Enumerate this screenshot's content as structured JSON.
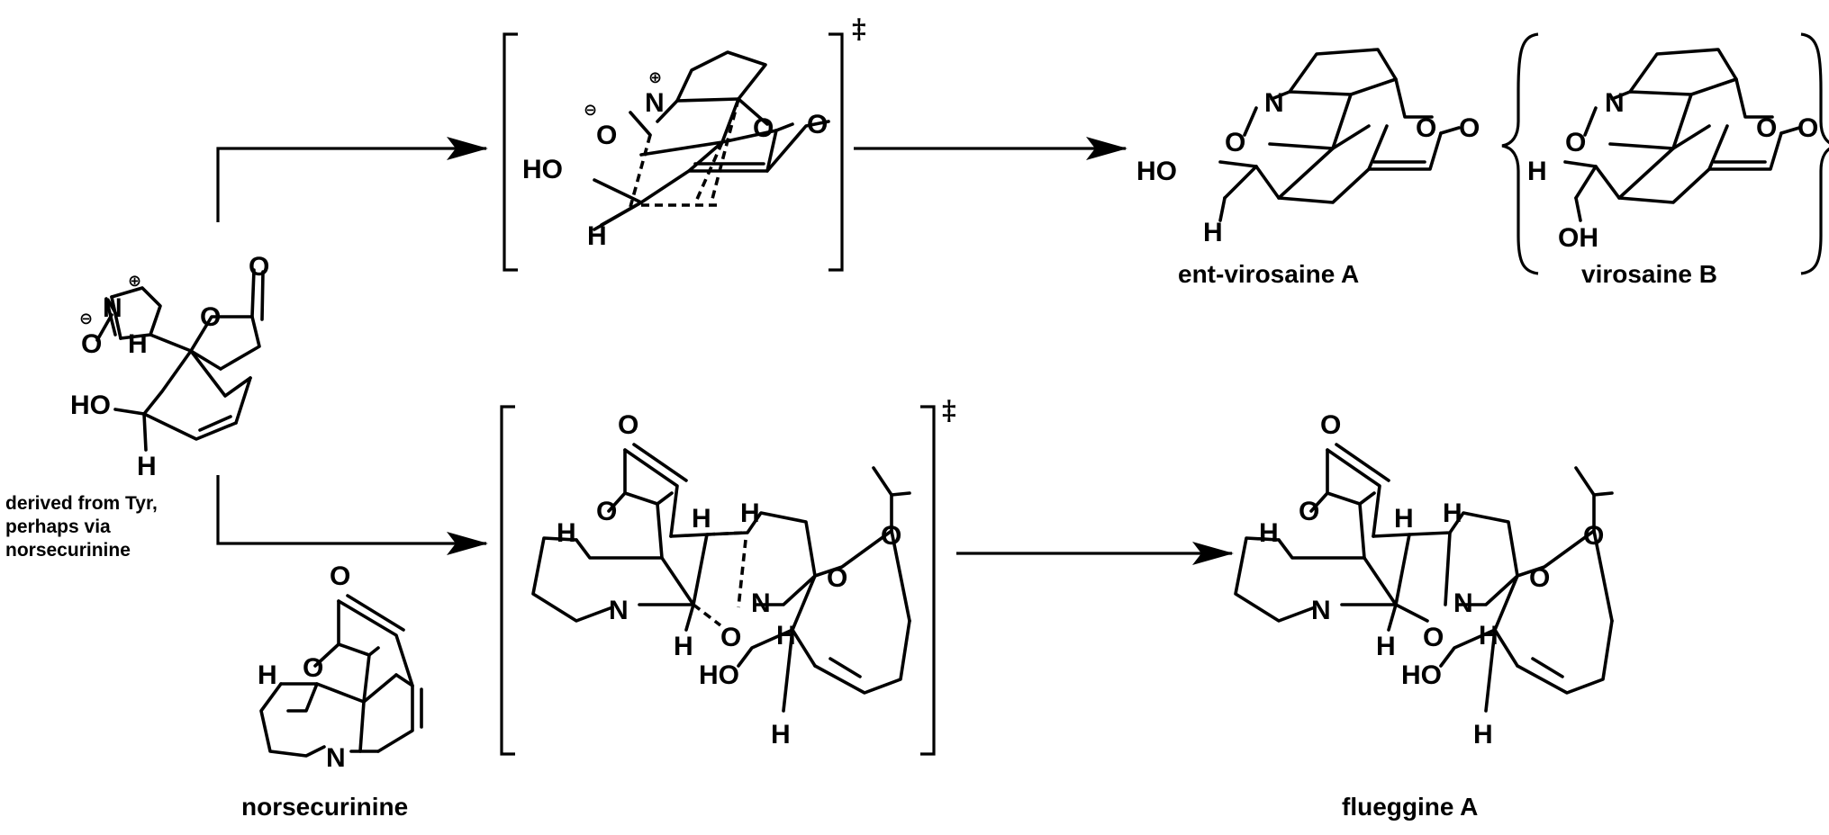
{
  "labels": {
    "ent_virosaine_a": "ent-virosaine A",
    "virosaine_b": "virosaine B",
    "norsecurinine": "norsecurinine",
    "flueggine_a": "flueggine A",
    "origin_line1": "derived from Tyr,",
    "origin_line2": "perhaps via",
    "origin_line3": "norsecurinine"
  },
  "symbols": {
    "transition_state": "‡",
    "plus_charge": "⊕",
    "minus_charge": "⊖"
  },
  "atoms": {
    "O": "O",
    "N": "N",
    "H": "H",
    "HO": "HO",
    "OH": "OH"
  }
}
